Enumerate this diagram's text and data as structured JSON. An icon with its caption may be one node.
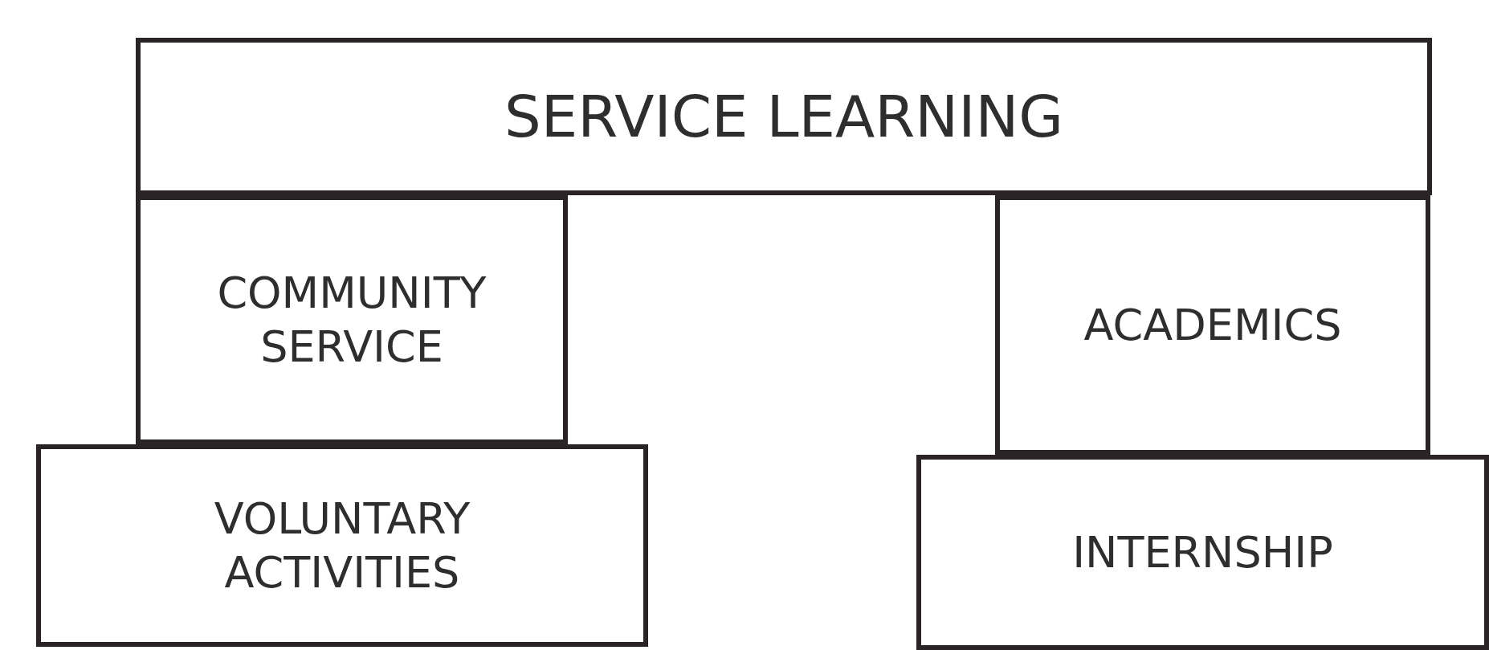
{
  "diagram": {
    "nodes": [
      {
        "text": [
          "SERVICE LEARNING"
        ]
      },
      {
        "text": [
          "COMMUNITY SERVICE"
        ]
      },
      {
        "text": [
          "ACADEMICS"
        ]
      },
      {
        "text": [
          "VOLUNTARY ACTIVITIES"
        ]
      },
      {
        "text": [
          "INTERNSHIP"
        ]
      }
    ]
  }
}
